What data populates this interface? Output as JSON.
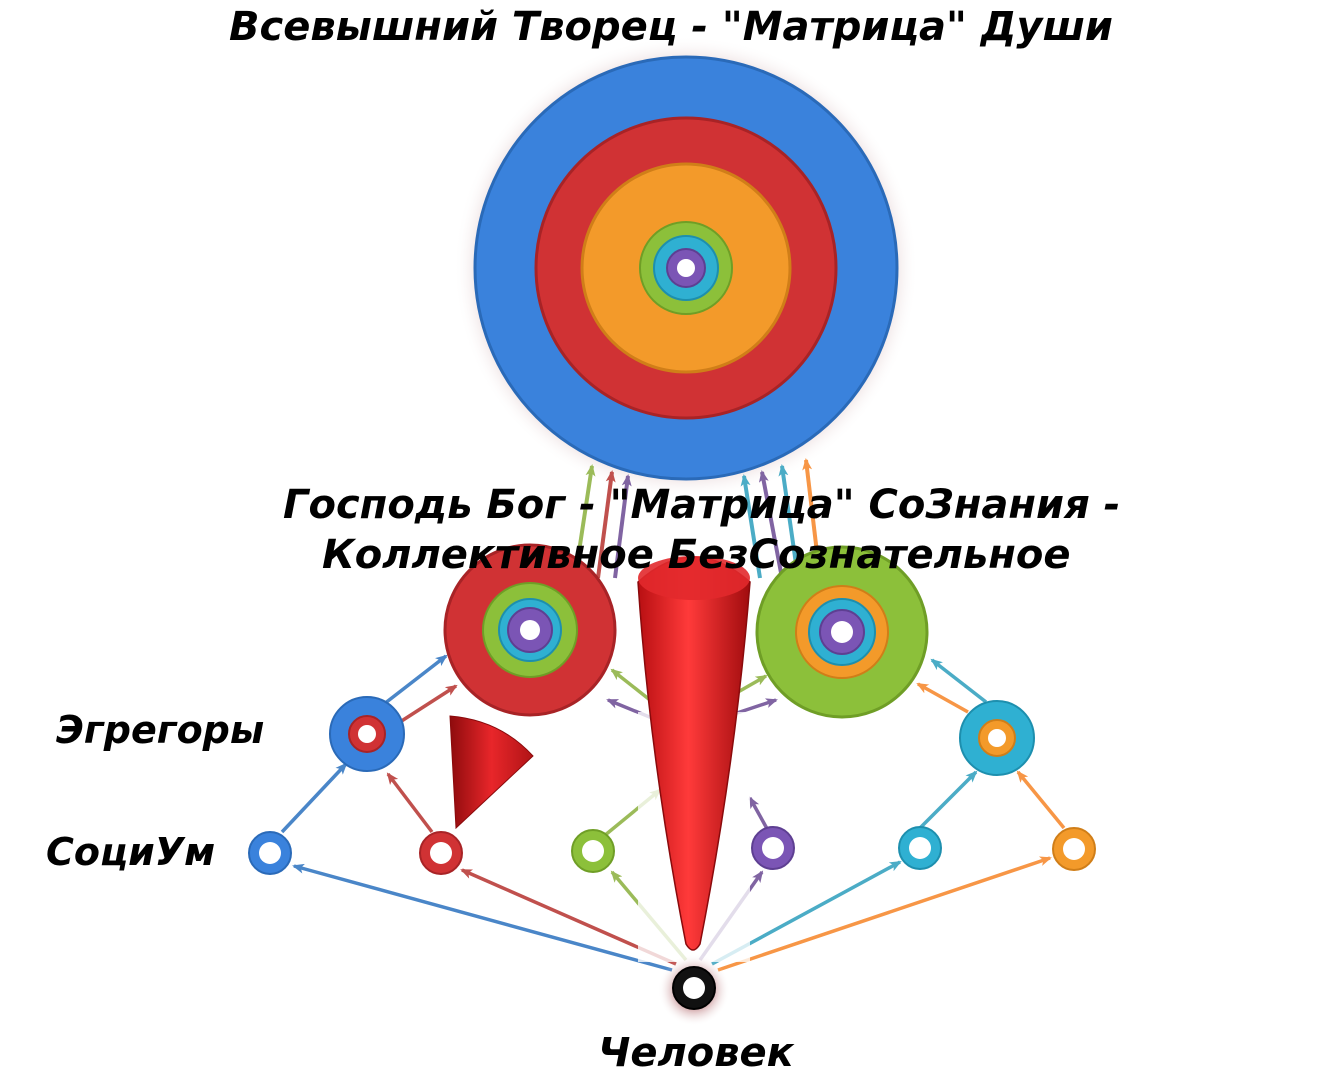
{
  "labels": {
    "top": "Всевышний Творец - \"Матрица\" Души",
    "mid_line1": "Господь Бог - \"Матрица\" СоЗнания -",
    "mid_line2": "Коллективное БезСознательное",
    "egregors": "Эгрегоры",
    "socium": "СоциУм",
    "human": "Человек"
  },
  "colors": {
    "blue": "#3a82dc",
    "red": "#d03234",
    "orange": "#f39a2a",
    "green": "#8cc03a",
    "cyan": "#2fb0d2",
    "purple": "#7b55b5",
    "black": "#111111",
    "arrow_blue": "#4a86c8",
    "arrow_red": "#c0504d",
    "arrow_green": "#9bbb59",
    "arrow_purple": "#8064a2",
    "arrow_cyan": "#4bacc6",
    "arrow_orange": "#f79646"
  }
}
